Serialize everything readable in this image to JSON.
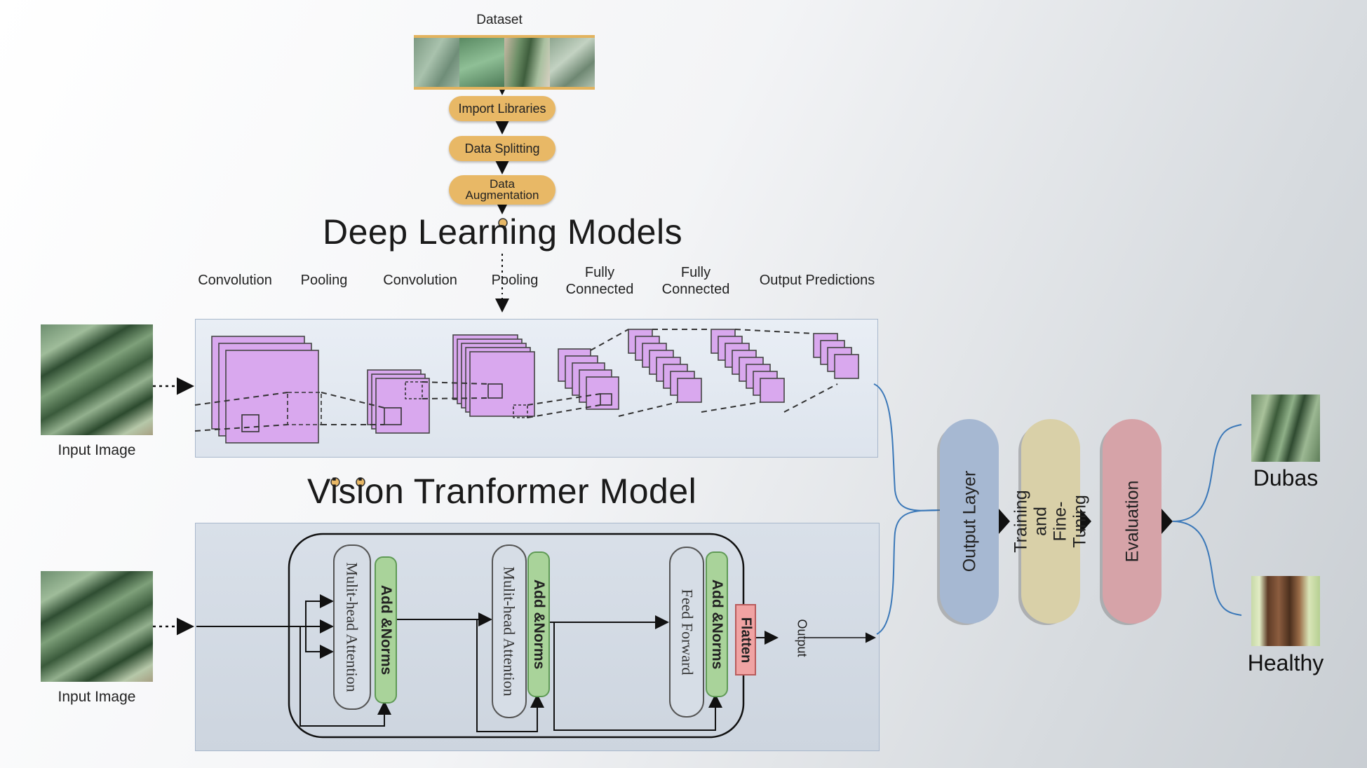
{
  "dataset_label": "Dataset",
  "steps": [
    "Import Libraries",
    "Data Splitting",
    "Data Augmentation"
  ],
  "dl_title": "Deep Learning Models",
  "cnn_layers": [
    "Convolution",
    "Pooling",
    "Convolution",
    "Pooling",
    "Fully Connected",
    "Fully Connected",
    "Output Predictions"
  ],
  "input_caption": "Input Image",
  "vit_title": "Vision Tranformer Model",
  "vit_blocks": {
    "attention_1": "Mulit-head Attention",
    "norm_1": "Add &Norms",
    "attention_2": "Mulit-head Attention",
    "norm_2": "Add &Norms",
    "feed_forward": "Feed Forward",
    "norm_3": "Add &Norms",
    "flatten": "Flatten",
    "output": "Output"
  },
  "pipeline": [
    "Output Layer",
    "Training and Fine-Tuning",
    "Evaluation"
  ],
  "classes": [
    "Dubas",
    "Healthy"
  ],
  "colors": {
    "step": "#e8b866",
    "cube": "#d9a8ee",
    "panel_top": "#e6ecf3",
    "panel_bottom": "#d4dbe4",
    "norm": "#a9d39a",
    "flatten": "#f0a3a3",
    "output_layer": "#a6b8d2",
    "training": "#d9d0a8",
    "evaluation": "#d6a3a8"
  }
}
